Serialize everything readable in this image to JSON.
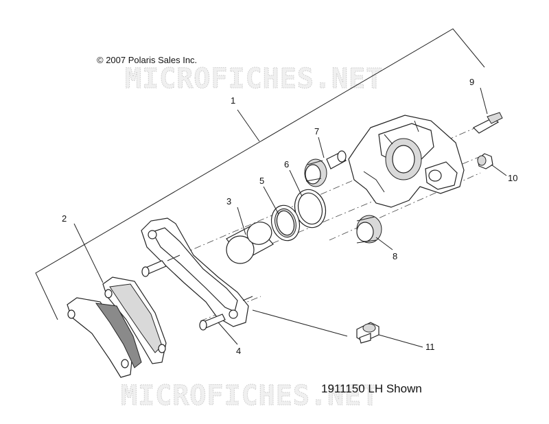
{
  "copyright": "© 2007 Polaris Sales Inc.",
  "watermark": "MICROFICHES.NET",
  "footer": "1911150 LH Shown",
  "callouts": [
    {
      "id": "1",
      "label": "1"
    },
    {
      "id": "2",
      "label": "2"
    },
    {
      "id": "3",
      "label": "3"
    },
    {
      "id": "4",
      "label": "4"
    },
    {
      "id": "5",
      "label": "5"
    },
    {
      "id": "6",
      "label": "6"
    },
    {
      "id": "7",
      "label": "7"
    },
    {
      "id": "8",
      "label": "8"
    },
    {
      "id": "9",
      "label": "9"
    },
    {
      "id": "10",
      "label": "10"
    },
    {
      "id": "11",
      "label": "11"
    }
  ]
}
